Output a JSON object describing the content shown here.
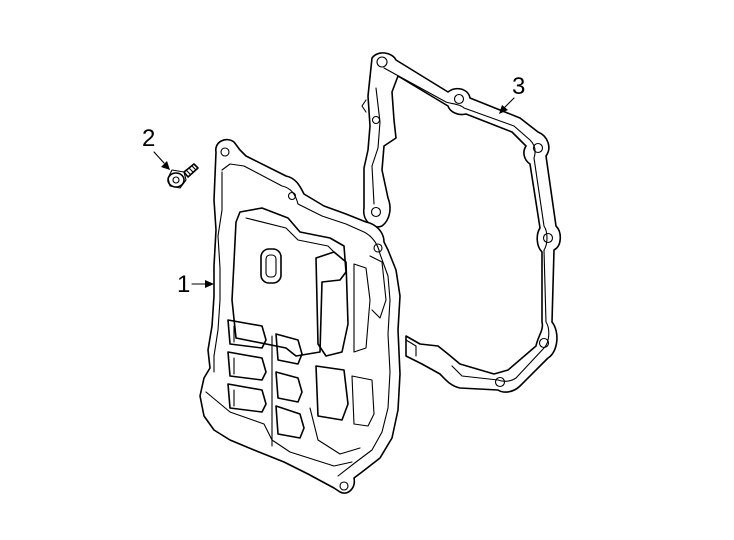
{
  "callouts": [
    {
      "id": "1",
      "label": "1",
      "part": "transmission-oil-pan"
    },
    {
      "id": "2",
      "label": "2",
      "part": "bolt"
    },
    {
      "id": "3",
      "label": "3",
      "part": "pan-gasket"
    }
  ],
  "colors": {
    "line": "#000000",
    "background": "#ffffff"
  }
}
